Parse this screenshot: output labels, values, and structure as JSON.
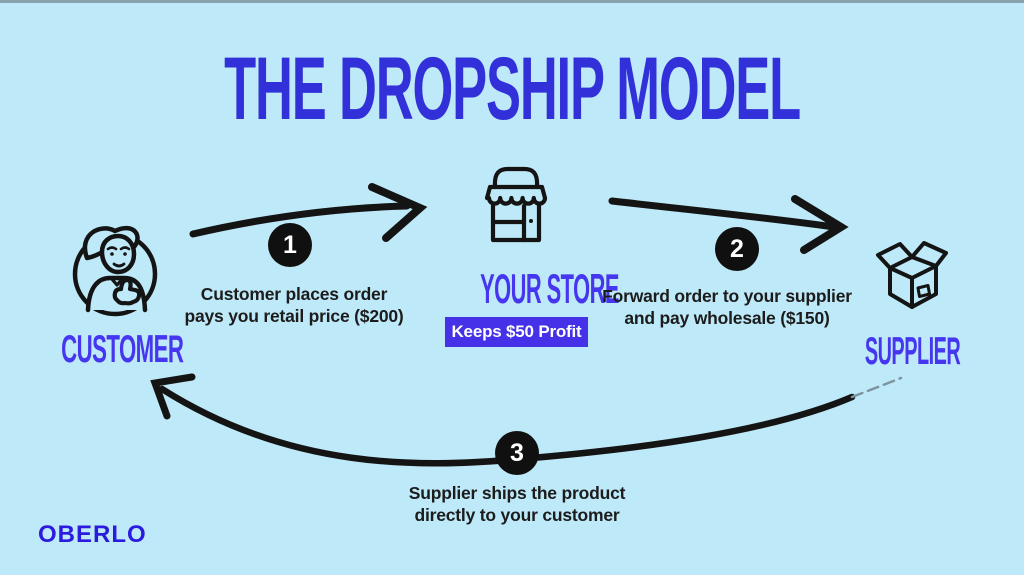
{
  "title": "THE DROPSHIP MODEL",
  "brand": {
    "logo_text": "OBERLO"
  },
  "colors": {
    "canvas_bg": "#bee9f8",
    "title_blue": "#3230d9",
    "label_blue": "#4636f0",
    "badge_bg": "#4531e8",
    "badge_text": "#ffffff",
    "ink": "#141414",
    "logo_blue": "#2b1bdf"
  },
  "nodes": {
    "customer": {
      "label": "CUSTOMER",
      "icon": "customer-thumbs-up-icon"
    },
    "store": {
      "label": "YOUR STORE",
      "badge": "Keeps $50 Profit",
      "icon": "storefront-icon"
    },
    "supplier": {
      "label": "SUPPLIER",
      "icon": "open-box-icon"
    }
  },
  "steps": [
    {
      "number": "1",
      "line1": "Customer places order",
      "line2": "pays you retail price ($200)"
    },
    {
      "number": "2",
      "line1": "Forward order to your supplier",
      "line2": "and pay wholesale ($150)"
    },
    {
      "number": "3",
      "line1": "Supplier ships the product",
      "line2": "directly to your customer"
    }
  ]
}
